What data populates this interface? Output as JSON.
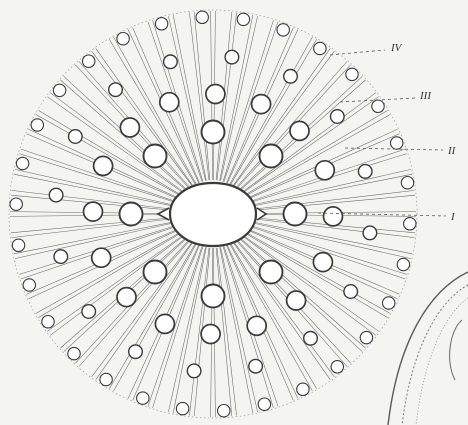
{
  "figure": {
    "labels": [
      {
        "id": "I",
        "text": "I"
      },
      {
        "id": "II",
        "text": "II"
      },
      {
        "id": "III",
        "text": "III"
      },
      {
        "id": "IV",
        "text": "IV"
      }
    ],
    "colors": {
      "background": "#f4f4f1",
      "ink": "#3a3a3a",
      "fill": "#ffffff",
      "faint": "#9a9a9a"
    },
    "structure": {
      "outer_ring_units": 30,
      "ring_III_units": 16,
      "ring_II_units": 16,
      "ring_I_units": 8
    }
  }
}
